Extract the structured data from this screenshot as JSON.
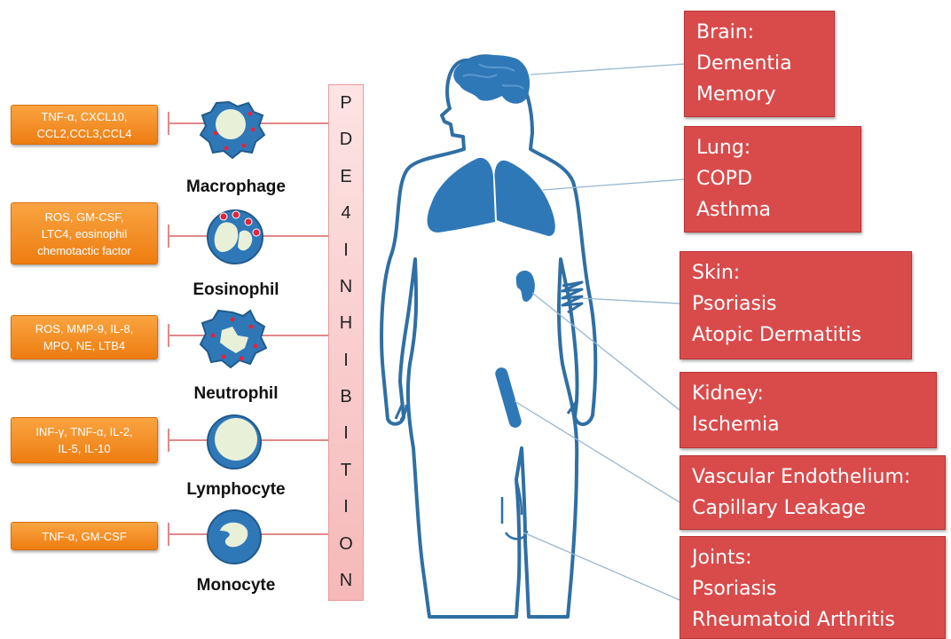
{
  "mediators": [
    {
      "lines": [
        "TNF-α, CXCL10,",
        "CCL2,CCL3,CCL4"
      ]
    },
    {
      "lines": [
        "ROS, GM-CSF,",
        "LTC4, eosinophil",
        "chemotactic factor"
      ]
    },
    {
      "lines": [
        "ROS, MMP-9, IL-8,",
        "MPO, NE, LTB4"
      ]
    },
    {
      "lines": [
        "INF-γ, TNF-α, IL-2,",
        "IL-5, IL-10"
      ]
    },
    {
      "lines": [
        "TNF-α, GM-CSF"
      ]
    }
  ],
  "cells": [
    "Macrophage",
    "Eosinophil",
    "Neutrophil",
    "Lymphocyte",
    "Monocyte"
  ],
  "pde_bar": [
    "P",
    "D",
    "E",
    "4",
    "I",
    "N",
    "H",
    "I",
    "B",
    "I",
    "T",
    "I",
    "O",
    "N"
  ],
  "organs": [
    {
      "title": "Brain:",
      "conditions": [
        "Dementia",
        "Memory"
      ]
    },
    {
      "title": "Lung:",
      "conditions": [
        "COPD",
        "Asthma"
      ]
    },
    {
      "title": "Skin:",
      "conditions": [
        "Psoriasis",
        "Atopic Dermatitis"
      ]
    },
    {
      "title": "Kidney:",
      "conditions": [
        "Ischemia"
      ]
    },
    {
      "title": "Vascular Endothelium:",
      "conditions": [
        "Capillary Leakage"
      ]
    },
    {
      "title": "Joints:",
      "conditions": [
        "Psoriasis",
        "Rheumatoid Arthritis"
      ]
    }
  ],
  "colors": {
    "mediator_box": "#f39a2e",
    "organ_box": "#d94b4b",
    "pde_bar": "#f9c9c9",
    "body_outline": "#2f6fa4",
    "organ_fill": "#2f78b8",
    "inhibition_line": "#e07a7a"
  }
}
